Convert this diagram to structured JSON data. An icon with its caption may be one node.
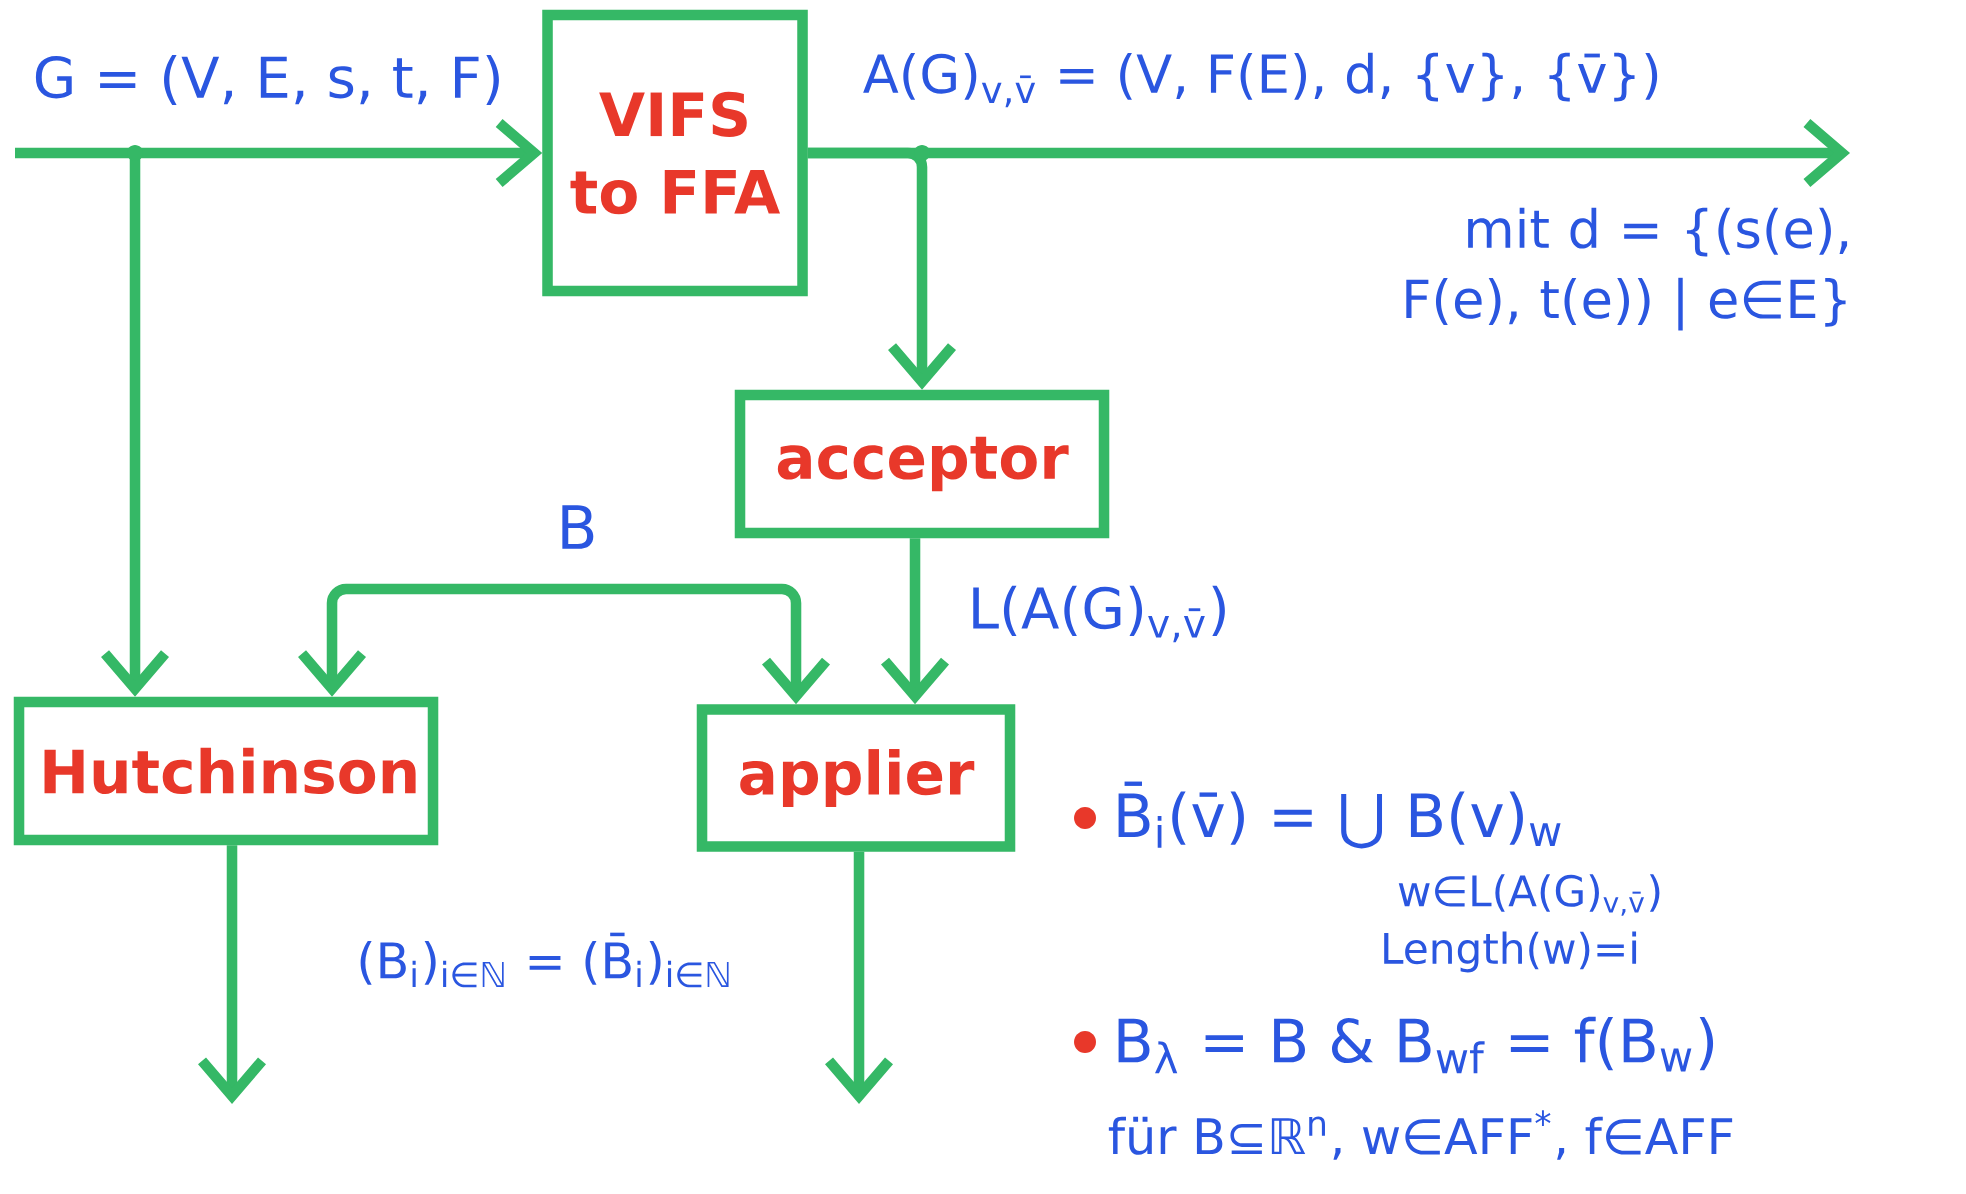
{
  "diagram": {
    "nodes": [
      {
        "text": [
          "VIFS to FFA"
        ]
      },
      {
        "text": [
          "acceptor"
        ]
      },
      {
        "text": [
          "Hutchinson"
        ]
      },
      {
        "text": [
          "applier"
        ]
      }
    ],
    "edges": [
      {
        "from": null,
        "to": 0,
        "arrow": "to",
        "label": "G = (V, E, s, t, F)"
      },
      {
        "from": null,
        "to": 2,
        "arrow": "to"
      },
      {
        "from": 0,
        "to": null,
        "arrow": "to",
        "label": "A(G)$_{v,v̄}$ = (V, F(E), d, {v}, {v̄})"
      },
      {
        "from": 0,
        "to": 1,
        "arrow": "to"
      },
      {
        "from": null,
        "to": 2,
        "arrow": "to",
        "label": "B"
      },
      {
        "from": null,
        "to": 3,
        "arrow": "to"
      },
      {
        "from": 1,
        "to": 3,
        "arrow": "to",
        "label": "L(A(G)$_{v,v̄}$)"
      },
      {
        "from": 2,
        "to": null,
        "arrow": "to"
      },
      {
        "from": 3,
        "to": null,
        "arrow": "to"
      }
    ],
    "labels": [
      "mit d = {(s(e), F(e), t(e)) | e∈E}",
      "(B$_{i}$)$_{i∈ℕ}$ = (B̄$_{i}$)$_{i∈ℕ}$",
      "B̄$_{i}$(v̄) = ⋃ B(v)$_{w}$",
      "w∈L(A(G)$_{v,v̄}$)",
      "Length(w)=i",
      "B$_{λ}$ = B & B$_{wf}$ = f(B$_{w}$)",
      "für B⊆ℝ$^{n}$, w∈AFF$^{*}$, f∈AFF"
    ]
  }
}
